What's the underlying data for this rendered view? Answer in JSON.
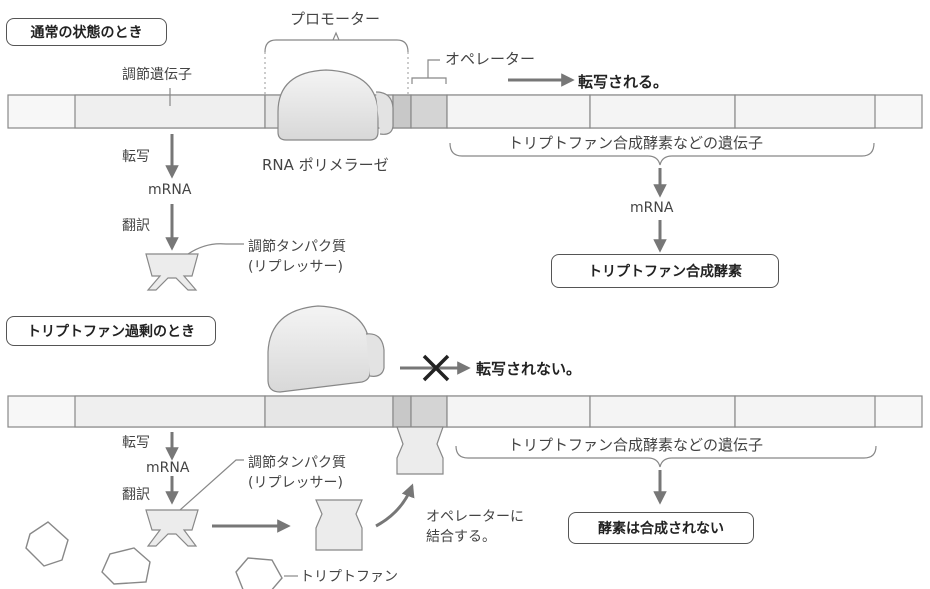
{
  "normal": {
    "title": "通常の状態のとき",
    "promoter": "プロモーター",
    "operator": "オペレーター",
    "transcribed": "転写される。",
    "regulator_gene": "調節遺伝子",
    "transcription": "転写",
    "rna_polymerase": "RNA ポリメラーゼ",
    "genes": "トリプトファン合成酵素などの遺伝子",
    "mrna_left": "mRNA",
    "translation": "翻訳",
    "repressor_line1": "調節タンパク質",
    "repressor_line2": "(リプレッサー)",
    "mrna_right": "mRNA",
    "enzyme_box": "トリプトファン合成酵素"
  },
  "excess": {
    "title": "トリプトファン過剰のとき",
    "not_transcribed": "転写されない。",
    "transcription": "転写",
    "mrna": "mRNA",
    "translation": "翻訳",
    "repressor_line1": "調節タンパク質",
    "repressor_line2": "(リプレッサー)",
    "genes": "トリプトファン合成酵素などの遺伝子",
    "binds_line1": "オペレーターに",
    "binds_line2": "結合する。",
    "not_synthesized": "酵素は合成されない",
    "tryptophan": "トリプトファン"
  }
}
